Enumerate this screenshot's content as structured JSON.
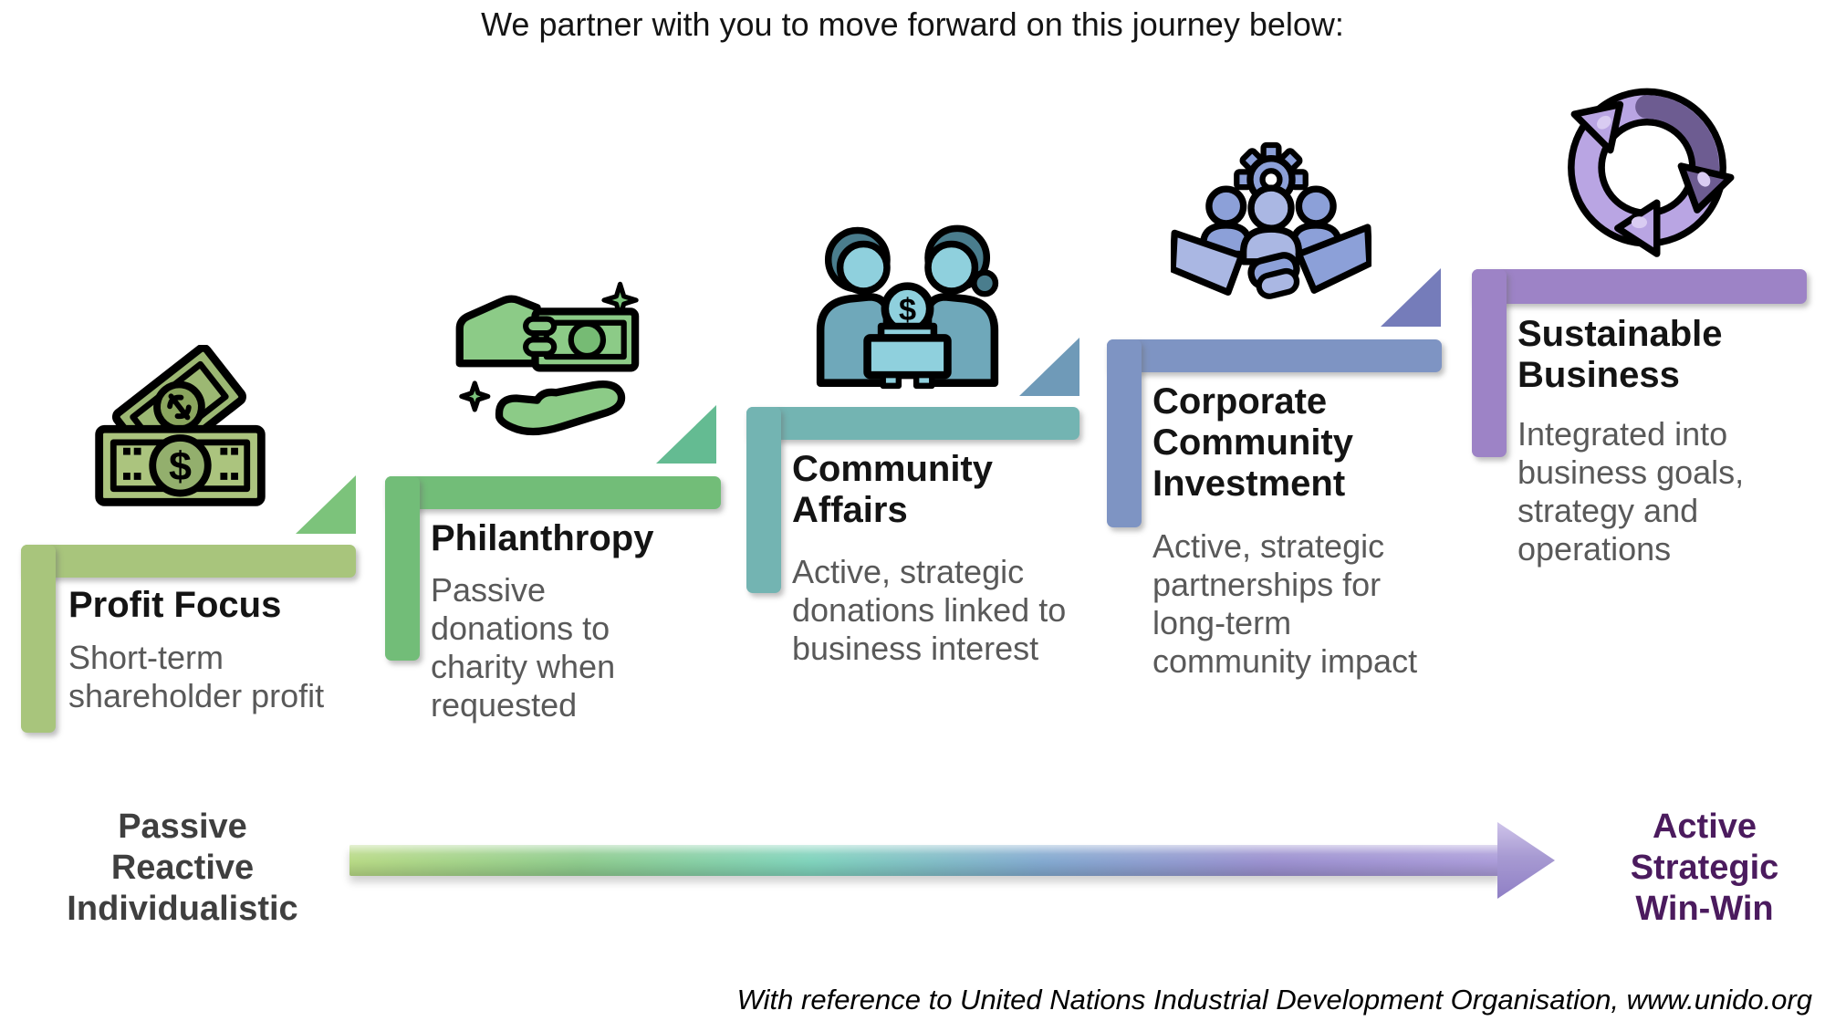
{
  "heading": "We partner with you to move forward on this journey below:",
  "stages": [
    {
      "title": "Profit Focus",
      "description": "Short-term shareholder profit",
      "color": "#a8c57c",
      "icon": "money-icon"
    },
    {
      "title": "Philanthropy",
      "description": "Passive donations to charity when requested",
      "color": "#72bd78",
      "icon": "hand-giving-money-icon"
    },
    {
      "title": "Community Affairs",
      "description": "Active, strategic donations linked to business interest",
      "color": "#73b4b2",
      "icon": "people-donation-icon"
    },
    {
      "title": "Corporate Community Investment",
      "description": "Active, strategic partnerships for long-term community impact",
      "color": "#7e94c3",
      "icon": "handshake-team-icon"
    },
    {
      "title": "Sustainable Business",
      "description": "Integrated into business goals, strategy and operations",
      "color": "#9d83c6",
      "icon": "cycle-arrows-icon"
    }
  ],
  "step_triangles": [
    "#7cc37b",
    "#64bb92",
    "#6f9ab8",
    "#757cba"
  ],
  "axis": {
    "left_label_lines": [
      "Passive",
      "Reactive",
      "Individualistic"
    ],
    "right_label_lines": [
      "Active",
      "Strategic",
      "Win-Win"
    ],
    "left_color": "#3f3f3f",
    "right_color": "#4b1b5e",
    "gradient": [
      "#b7d985",
      "#8ecb8d",
      "#7fd2bb",
      "#82a9cf",
      "#9b90cf",
      "#ab9cd9"
    ],
    "arrow_head_color": "#a79ad2"
  },
  "footer": {
    "reference": "With reference to United Nations Industrial Development Organisation, www.unido.org"
  }
}
